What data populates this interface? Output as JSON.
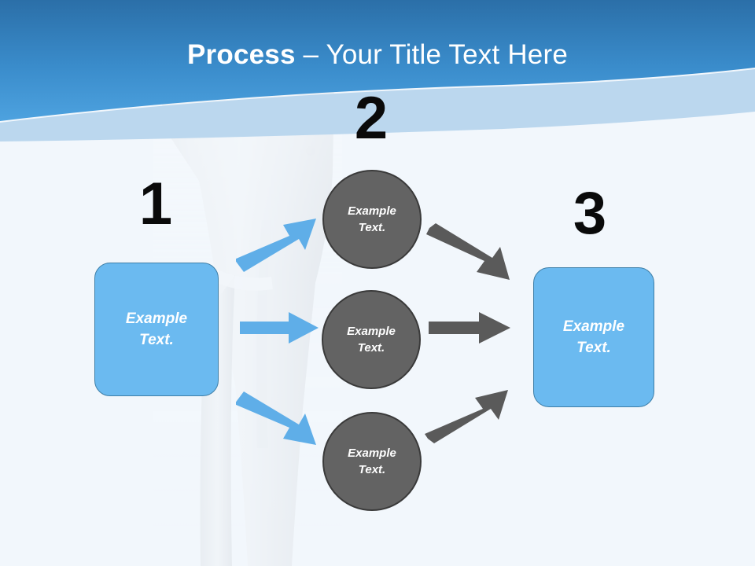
{
  "slide": {
    "title": {
      "bold_part": "Process",
      "rest_part": " – Your Title Text Here"
    },
    "background_color": "#F2F7FC",
    "banner_color_top": "#2B6FA8",
    "banner_color_bottom": "#4098D8",
    "banner_band_color": "#BBD7EE"
  },
  "steps": [
    {
      "number": "1",
      "shape": "rounded-rectangle",
      "label": "Example\nText.",
      "fill_color": "#6BBAF0",
      "border_color": "#3E7FA8",
      "text_color": "#FFFFFF"
    },
    {
      "number": "2",
      "shape": "circle",
      "label": "Example\nText.",
      "fill_color": "#636363",
      "border_color": "#3A3A3A",
      "text_color": "#FFFFFF"
    },
    {
      "number": "3",
      "shape": "rounded-rectangle",
      "label": "Example\nText.",
      "fill_color": "#6BBAF0",
      "border_color": "#3E7FA8",
      "text_color": "#FFFFFF"
    }
  ],
  "circles": [
    {
      "label": "Example\nText."
    },
    {
      "label": "Example\nText."
    },
    {
      "label": "Example\nText."
    }
  ],
  "arrows": [
    {
      "name": "blue-arrow-up",
      "direction": "up-right",
      "color": "#5FAEE8"
    },
    {
      "name": "blue-arrow-middle",
      "direction": "right",
      "color": "#5FAEE8"
    },
    {
      "name": "blue-arrow-down",
      "direction": "down-right",
      "color": "#5FAEE8"
    },
    {
      "name": "gray-arrow-down",
      "direction": "down-right",
      "color": "#5A5A5A"
    },
    {
      "name": "gray-arrow-middle",
      "direction": "right",
      "color": "#5A5A5A"
    },
    {
      "name": "gray-arrow-up",
      "direction": "up-right",
      "color": "#5A5A5A"
    }
  ],
  "background_image": {
    "name": "person-trousers-photo",
    "description": "faded photo of a person's legs in light trousers"
  }
}
